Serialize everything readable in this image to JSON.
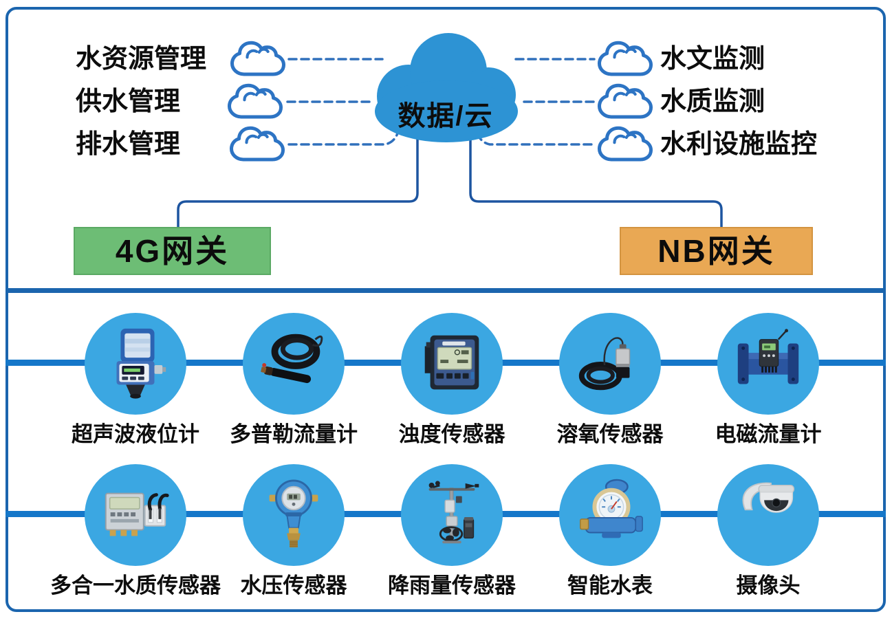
{
  "colors": {
    "frame_border": "#1b65ae",
    "main_cloud_fill": "#2d93d4",
    "mini_cloud_stroke": "#2d74c4",
    "dashed_line": "#3070bc",
    "connector_line": "#1d55a0",
    "device_circle_fill": "#3ba7e2",
    "connector_bar": "#1577c9",
    "gateway_4g_bg": "#6dbd75",
    "gateway_nb_bg": "#e9a854",
    "text": "#0d0d0d"
  },
  "top_panel": {
    "cloud_label": "数据/云",
    "cloud_icon": "cloud-icon",
    "left_items": [
      {
        "label": "水资源管理",
        "icon": "cloud-icon"
      },
      {
        "label": "供水管理",
        "icon": "cloud-icon"
      },
      {
        "label": "排水管理",
        "icon": "cloud-icon"
      }
    ],
    "right_items": [
      {
        "label": "水文监测",
        "icon": "cloud-icon"
      },
      {
        "label": "水质监测",
        "icon": "cloud-icon"
      },
      {
        "label": "水利设施监控",
        "icon": "cloud-icon"
      }
    ],
    "gateways": [
      {
        "label": "4G网关"
      },
      {
        "label": "NB网关"
      }
    ]
  },
  "devices": {
    "row1": [
      {
        "label": "超声波液位计",
        "icon": "ultrasonic-level-meter-icon"
      },
      {
        "label": "多普勒流量计",
        "icon": "doppler-flowmeter-icon"
      },
      {
        "label": "浊度传感器",
        "icon": "turbidity-sensor-icon"
      },
      {
        "label": "溶氧传感器",
        "icon": "dissolved-oxygen-sensor-icon"
      },
      {
        "label": "电磁流量计",
        "icon": "electromagnetic-flowmeter-icon"
      }
    ],
    "row2": [
      {
        "label": "多合一水质传感器",
        "icon": "multi-water-quality-sensor-icon"
      },
      {
        "label": "水压传感器",
        "icon": "water-pressure-sensor-icon"
      },
      {
        "label": "降雨量传感器",
        "icon": "rainfall-sensor-icon"
      },
      {
        "label": "智能水表",
        "icon": "smart-water-meter-icon"
      },
      {
        "label": "摄像头",
        "icon": "camera-icon"
      }
    ]
  }
}
